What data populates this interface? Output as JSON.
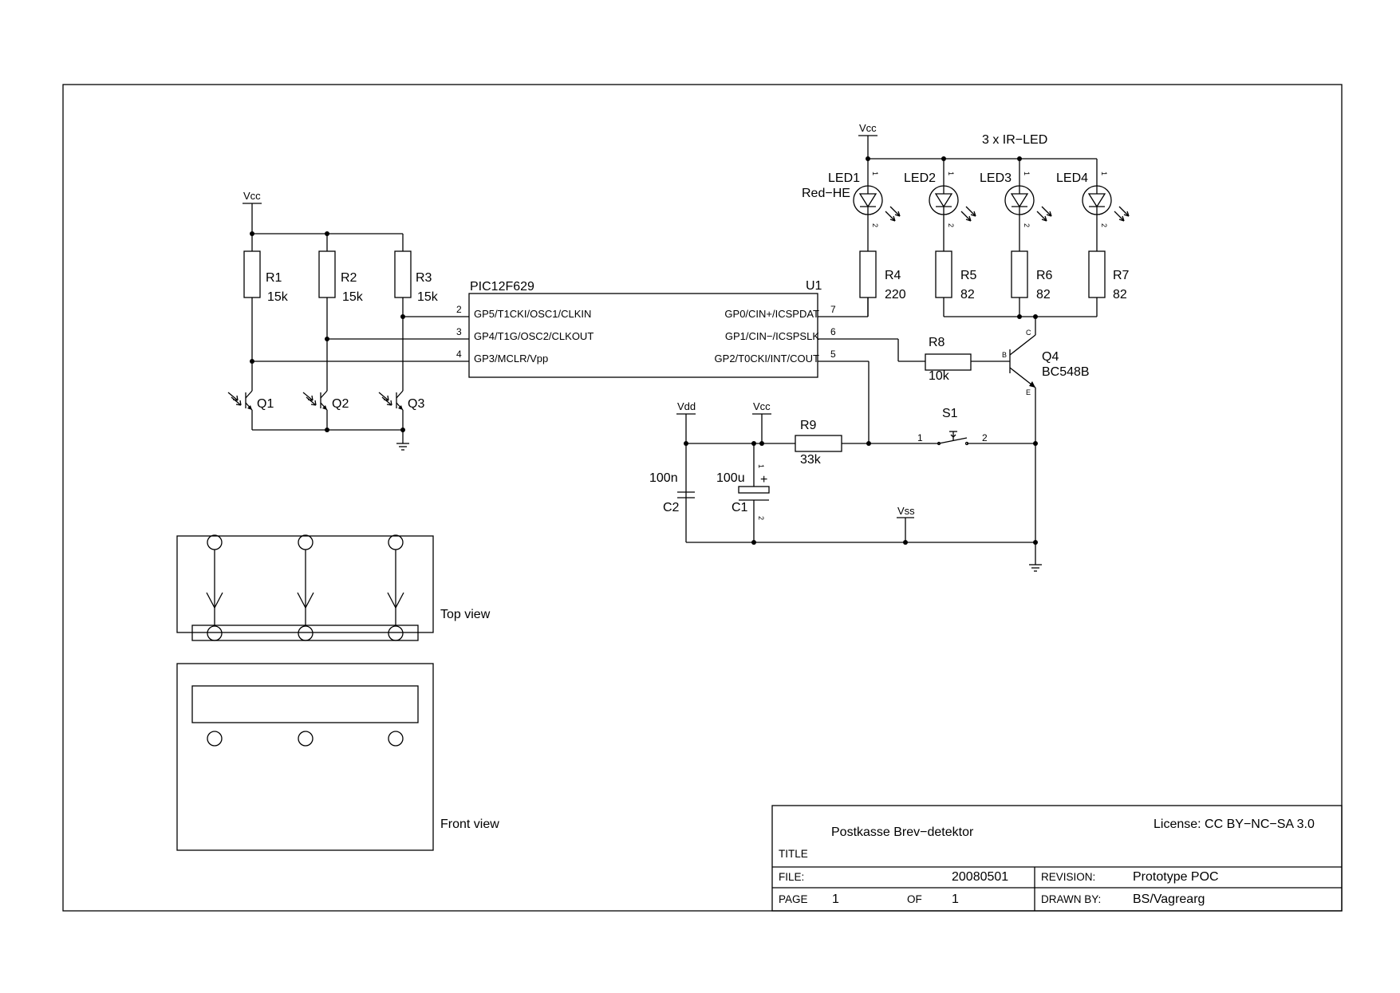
{
  "supply_labels": {
    "vcc": "Vcc",
    "vdd": "Vdd",
    "vss": "Vss"
  },
  "ic": {
    "part": "PIC12F629",
    "ref": "U1",
    "pins_left": [
      {
        "num": "2",
        "name": "GP5/T1CKI/OSC1/CLKIN"
      },
      {
        "num": "3",
        "name": "GP4/T1G/OSC2/CLKOUT"
      },
      {
        "num": "4",
        "name": "GP3/MCLR/Vpp"
      }
    ],
    "pins_right": [
      {
        "num": "7",
        "name": "GP0/CIN+/ICSPDAT"
      },
      {
        "num": "6",
        "name": "GP1/CIN−/ICSPSLK"
      },
      {
        "num": "5",
        "name": "GP2/T0CKI/INT/COUT"
      }
    ]
  },
  "resistors": [
    {
      "ref": "R1",
      "value": "15k"
    },
    {
      "ref": "R2",
      "value": "15k"
    },
    {
      "ref": "R3",
      "value": "15k"
    },
    {
      "ref": "R4",
      "value": "220"
    },
    {
      "ref": "R5",
      "value": "82"
    },
    {
      "ref": "R6",
      "value": "82"
    },
    {
      "ref": "R7",
      "value": "82"
    },
    {
      "ref": "R8",
      "value": "10k"
    },
    {
      "ref": "R9",
      "value": "33k"
    }
  ],
  "phototransistors": [
    "Q1",
    "Q2",
    "Q3"
  ],
  "transistor": {
    "ref": "Q4",
    "value": "BC548B",
    "pin_b": "B",
    "pin_c": "C",
    "pin_e": "E"
  },
  "leds": [
    {
      "ref": "LED1",
      "value": "Red−HE"
    },
    {
      "ref": "LED2"
    },
    {
      "ref": "LED3"
    },
    {
      "ref": "LED4"
    }
  ],
  "led_pin_numbers": {
    "anode": "1",
    "cathode": "2"
  },
  "led_group_label": "3 x IR−LED",
  "switch": {
    "ref": "S1",
    "pin1": "1",
    "pin2": "2"
  },
  "capacitors": [
    {
      "ref": "C2",
      "value": "100n"
    },
    {
      "ref": "C1",
      "value": "100u",
      "plus": "+",
      "pin1": "1",
      "pin2": "2"
    }
  ],
  "views": {
    "top": "Top view",
    "front": "Front view"
  },
  "title_block": {
    "title": "Postkasse Brev−detektor",
    "title_label": "TITLE",
    "license": "License: CC BY−NC−SA 3.0",
    "file_label": "FILE:",
    "file_value": "20080501",
    "revision_label": "REVISION:",
    "revision_value": "Prototype POC",
    "page_label": "PAGE",
    "page_value": "1",
    "of_label": "OF",
    "of_value": "1",
    "drawn_label": "DRAWN BY:",
    "drawn_value": "BS/Vagrearg"
  }
}
